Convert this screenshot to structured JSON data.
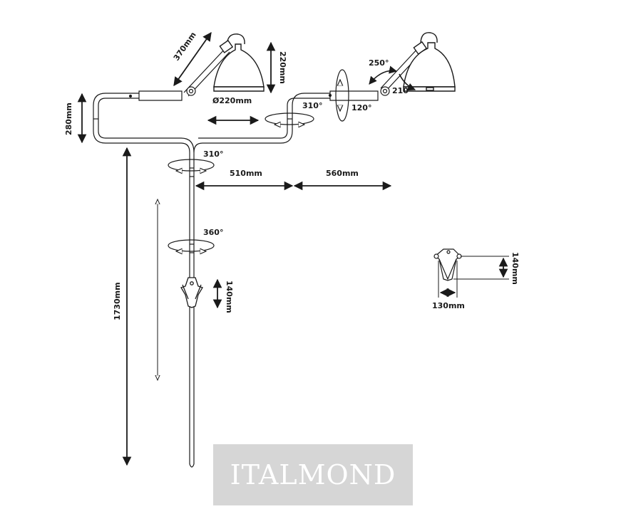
{
  "diagram": {
    "line_color": "#1a1a1a",
    "shade_color": "#ffffff",
    "labels": {
      "arm_length": "370mm",
      "shade_height": "220mm",
      "shade_diameter": "Ø220mm",
      "arm_drop": "280mm",
      "rot_310_a": "310°",
      "rot_120": "120°",
      "rot_250": "250°",
      "rot_210": "210°",
      "rot_310_b": "310°",
      "reach_510": "510mm",
      "reach_560": "560mm",
      "rot_360": "360°",
      "total_height": "1730mm",
      "clamp_height": "140mm",
      "base_height": "140mm",
      "base_width": "130mm"
    }
  },
  "watermark": {
    "text": "ITALMOND",
    "background": "#d6d6d6"
  }
}
